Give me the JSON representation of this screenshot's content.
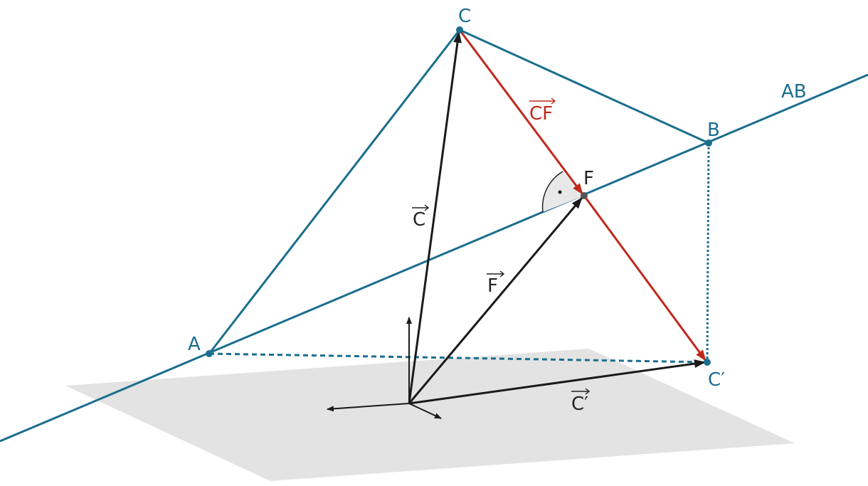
{
  "figure": {
    "points": {
      "A": "A",
      "B": "B",
      "C": "C",
      "F": "F",
      "C_prime": "C′"
    },
    "lines": {
      "AB": "AB"
    },
    "vectors": {
      "c": "C",
      "f": "F",
      "c_prime": "C′",
      "cf": "CF"
    }
  },
  "colors": {
    "construction": "#1a6e8e",
    "vector_cf": "#c0281c",
    "position_vectors": "#1a1a1a",
    "plane": "#e3e3e3",
    "right_angle_marker": "#e8e8e8"
  },
  "icons": {
    "right_angle": "right-angle-marker-icon",
    "origin_axes": "coordinate-axes-icon"
  }
}
